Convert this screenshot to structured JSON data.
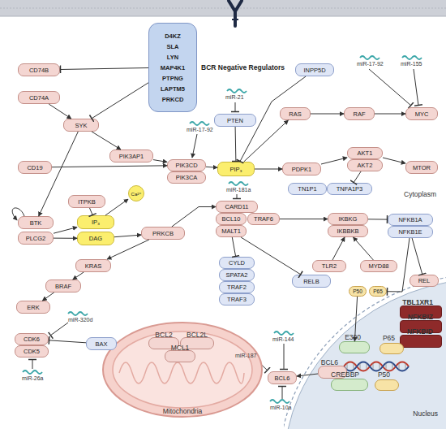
{
  "diagram": {
    "nodes": [
      {
        "text": [
          "D4KZ SLA LYN MAP4K1 PTPNG LAPTM5 PRKCD",
          "BCR Negative Regulators"
        ]
      },
      {
        "text": [
          "CD74B"
        ]
      },
      {
        "text": [
          "INPP5D"
        ]
      },
      {
        "text": [
          "CD74A"
        ]
      },
      {
        "text": [
          "RAS"
        ]
      },
      {
        "text": [
          "RAF"
        ]
      },
      {
        "text": [
          "MYC"
        ]
      },
      {
        "text": [
          "PTEN"
        ]
      },
      {
        "text": [
          "SYK"
        ]
      },
      {
        "text": [
          "PIK3AP1"
        ]
      },
      {
        "text": [
          "PIK3CD"
        ]
      },
      {
        "text": [
          "PIK3CA"
        ]
      },
      {
        "text": [
          "PIP₃"
        ]
      },
      {
        "text": [
          "PDPK1"
        ]
      },
      {
        "text": [
          "AKT1"
        ]
      },
      {
        "text": [
          "AKT2"
        ]
      },
      {
        "text": [
          "MTOR"
        ]
      },
      {
        "text": [
          "CD19"
        ]
      },
      {
        "text": [
          "TN1P1"
        ]
      },
      {
        "text": [
          "TNFA1P3"
        ]
      },
      {
        "text": [
          "ITPKB"
        ]
      },
      {
        "text": [
          "Ca²⁺"
        ]
      },
      {
        "text": [
          "CARD11"
        ]
      },
      {
        "text": [
          "BTK"
        ]
      },
      {
        "text": [
          "IP₃"
        ]
      },
      {
        "text": [
          "BCL10"
        ]
      },
      {
        "text": [
          "TRAF6"
        ]
      },
      {
        "text": [
          "IKBKG"
        ]
      },
      {
        "text": [
          "NFKB1A"
        ]
      },
      {
        "text": [
          "PLCG2"
        ]
      },
      {
        "text": [
          "DAG"
        ]
      },
      {
        "text": [
          "PRKCB"
        ]
      },
      {
        "text": [
          "MALT1"
        ]
      },
      {
        "text": [
          "IKBBKB"
        ]
      },
      {
        "text": [
          "NFKB1E"
        ]
      },
      {
        "text": [
          "CYLD"
        ]
      },
      {
        "text": [
          "KRAS"
        ]
      },
      {
        "text": [
          "TLR2"
        ]
      },
      {
        "text": [
          "MYD88"
        ]
      },
      {
        "text": [
          "SPATA2"
        ]
      },
      {
        "text": [
          "RELB"
        ]
      },
      {
        "text": [
          "BRAF"
        ]
      },
      {
        "text": [
          "REL"
        ]
      },
      {
        "text": [
          "TRAF2"
        ]
      },
      {
        "text": [
          "P50"
        ]
      },
      {
        "text": [
          "P65"
        ]
      },
      {
        "text": [
          "TRAF3"
        ]
      },
      {
        "text": [
          "ERK"
        ]
      },
      {
        "text": [
          "Nucleus"
        ]
      },
      {
        "text": [
          "TBL1XR1"
        ],
        "in": 48
      },
      {
        "text": [
          "NFKBIZ"
        ],
        "in": 48
      },
      {
        "text": [
          "NFKBID"
        ],
        "in": 48
      },
      {
        "text": [
          "CDK6"
        ]
      },
      {
        "text": [
          "CDK5"
        ]
      },
      {
        "text": [
          "BAX"
        ]
      },
      {
        "text": [
          "Mitochondria"
        ]
      },
      {
        "text": [
          "BCL2"
        ],
        "in": 55
      },
      {
        "text": [
          "BCL2L"
        ],
        "in": 55
      },
      {
        "text": [
          "MCL1"
        ],
        "in": 55
      },
      {
        "text": [
          "E300"
        ],
        "in": 48
      },
      {
        "text": [
          "P65"
        ],
        "in": 48
      },
      {
        "text": [
          "BCL6"
        ]
      },
      {
        "text": [
          "BCL6"
        ],
        "in": 48
      },
      {
        "text": [
          "CREBBP"
        ],
        "in": 48
      },
      {
        "text": [
          "P50"
        ],
        "in": 48
      }
    ],
    "edges": [
      {
        "from": 0,
        "to": 1,
        "arrow": "to"
      },
      {
        "from": 0,
        "to": 8,
        "arrow": "to"
      },
      {
        "from": 3,
        "to": 8,
        "arrow": "to"
      },
      {
        "from": 8,
        "to": 9,
        "arrow": "to"
      },
      {
        "from": 9,
        "to": 10,
        "arrow": "to"
      },
      {
        "from": 17,
        "to": 10,
        "arrow": "to"
      },
      {
        "from": 8,
        "to": 23,
        "arrow": "to"
      },
      {
        "from": 10,
        "to": 12,
        "arrow": "to"
      },
      {
        "from": 7,
        "to": 12,
        "arrow": "to"
      },
      {
        "from": 2,
        "to": 12,
        "arrow": "to"
      },
      {
        "from": 12,
        "to": 4,
        "arrow": "to"
      },
      {
        "from": 4,
        "to": 5,
        "arrow": "to"
      },
      {
        "from": 5,
        "to": 6,
        "arrow": "to"
      },
      {
        "from": 12,
        "to": 13,
        "arrow": "to"
      },
      {
        "from": 13,
        "to": 14,
        "arrow": "to"
      },
      {
        "from": 14,
        "to": 16,
        "arrow": "to"
      },
      {
        "from": 15,
        "to": 19,
        "arrow": "to"
      },
      {
        "from": 20,
        "to": 24,
        "arrow": "to"
      },
      {
        "from": 24,
        "to": 21,
        "arrow": "to"
      },
      {
        "from": 29,
        "to": 24,
        "arrow": "to"
      },
      {
        "from": 29,
        "to": 30,
        "arrow": "to"
      },
      {
        "from": 30,
        "to": 31,
        "arrow": "to"
      },
      {
        "from": 31,
        "to": 22,
        "arrow": "to"
      },
      {
        "from": 31,
        "to": 36,
        "arrow": "to"
      },
      {
        "from": 36,
        "to": 41,
        "arrow": "to"
      },
      {
        "from": 41,
        "to": 47,
        "arrow": "to"
      },
      {
        "from": 32,
        "to": 35,
        "arrow": "to"
      },
      {
        "from": 32,
        "to": 40,
        "arrow": "to"
      },
      {
        "from": 26,
        "to": 27,
        "arrow": "to"
      },
      {
        "from": 27,
        "to": 28,
        "arrow": "to"
      },
      {
        "from": 37,
        "to": 33,
        "arrow": "to"
      },
      {
        "from": 38,
        "to": 33,
        "arrow": "to"
      },
      {
        "from": 34,
        "to": 45,
        "arrow": "to"
      },
      {
        "from": 34,
        "to": 42,
        "arrow": "to"
      },
      {
        "from": 44,
        "to": 59,
        "arrow": "to"
      },
      {
        "from": 62,
        "to": 61,
        "arrow": "to"
      },
      {
        "from": 54,
        "to": 52,
        "arrow": "to"
      }
    ],
    "labels": [
      "miR-21",
      "miR-17-92",
      "miR-155",
      "miR-17-92",
      "miR-181a",
      "Cytoplasm",
      "miR-320d",
      "miR-144",
      "miR-187",
      "miR-26a",
      "miR-10a"
    ]
  }
}
